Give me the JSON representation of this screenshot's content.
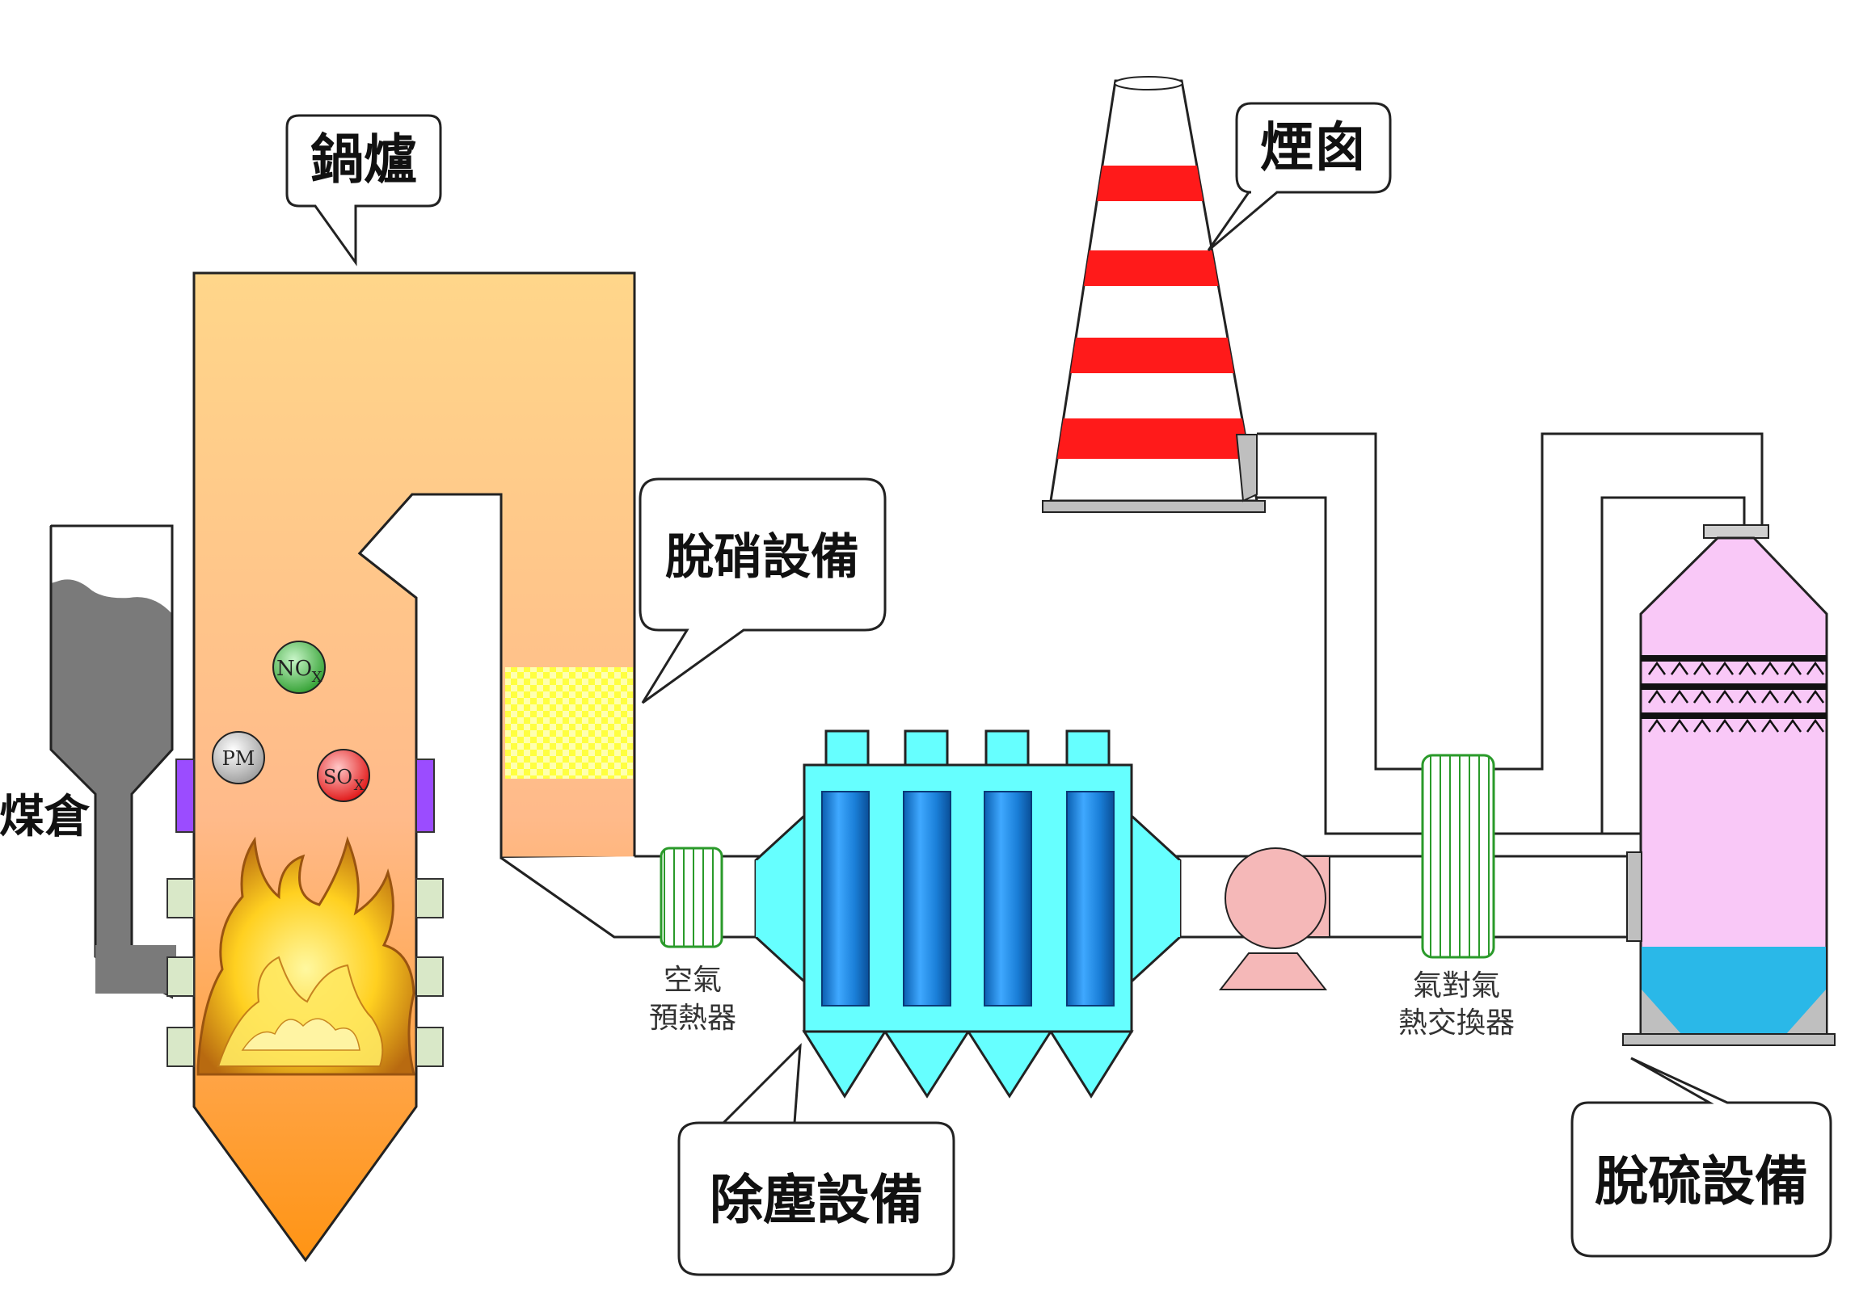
{
  "labels": {
    "boiler": "鍋爐",
    "coal_bunker": "煤倉",
    "denitration": "脫硝設備",
    "air_preheater_line1": "空氣",
    "air_preheater_line2": "預熱器",
    "dust_removal": "除塵設備",
    "ggh_line1": "氣對氣",
    "ggh_line2": "熱交換器",
    "desulfurization": "脫硫設備",
    "chimney": "煙囪"
  },
  "pollutants": {
    "nox_main": "NO",
    "nox_sub": "X",
    "pm": "PM",
    "sox_main": "SO",
    "sox_sub": "X"
  },
  "colors": {
    "boiler_top": "#ffd68a",
    "boiler_bottom": "#ff9a1a",
    "coal": "#7a7a7a",
    "esp_body": "#66ffff",
    "esp_electrode": "#1a88e0",
    "scrubber_body": "#f9c8f7",
    "scrubber_liquid": "#2ab8e8",
    "chimney_stripe": "#ff1a1a",
    "ggh_coil": "#2a9a2a",
    "fan": "#f5b8b8",
    "nox_ball": "#4cbf4c",
    "pm_ball": "#c9c9c9",
    "sox_ball": "#ff3333",
    "burner_purple": "#9b4cff",
    "catalyst": "#ffff66"
  }
}
